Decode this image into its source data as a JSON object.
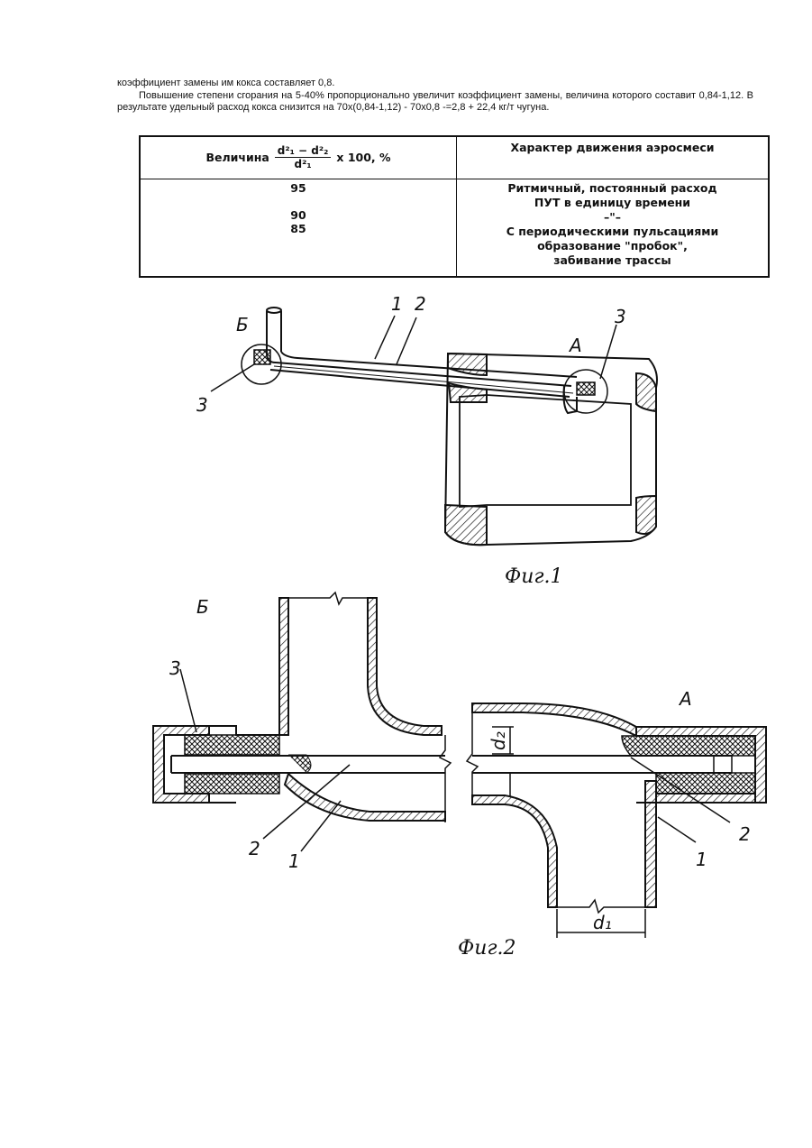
{
  "text": {
    "line1": "коэффициент замены им кокса составляет 0,8.",
    "para2": "Повышение степени сгорания на 5-40% пропорционально увеличит коэффициент замены, величина которого составит 0,84-1,12. В результате удельный расход кокса снизится на 70х(0,84-1,12) - 70х0,8 -=2,8 + 22,4 кг/т чугуна."
  },
  "table": {
    "col1_label": "Величина",
    "numerator": "d²₁ − d²₂",
    "denominator": "d²₁",
    "suffix": "х 100, %",
    "col2_header": "Характер движения аэросмеси",
    "values": [
      "95",
      "90",
      "85"
    ],
    "desc1_line1": "Ритмичный, постоянный расход",
    "desc1_line2": "ПУТ в единицу времени",
    "ditto": "–\"–",
    "desc3_line1": "С периодическими пульсациями",
    "desc3_line2": "образование \"пробок\",",
    "desc3_line3": "забивание трассы"
  },
  "figures": {
    "fig1": {
      "caption": "Фиг.1",
      "labels": {
        "B": "Б",
        "A": "А",
        "n1": "1",
        "n2": "2",
        "n3a": "3",
        "n3b": "3"
      }
    },
    "fig2": {
      "caption": "Фиг.2",
      "labels": {
        "B": "Б",
        "A": "А",
        "n3": "3",
        "n2l": "2",
        "n1l": "1",
        "n2r": "2",
        "n1r": "1",
        "d1": "d₁",
        "d2": "d₂"
      }
    }
  }
}
